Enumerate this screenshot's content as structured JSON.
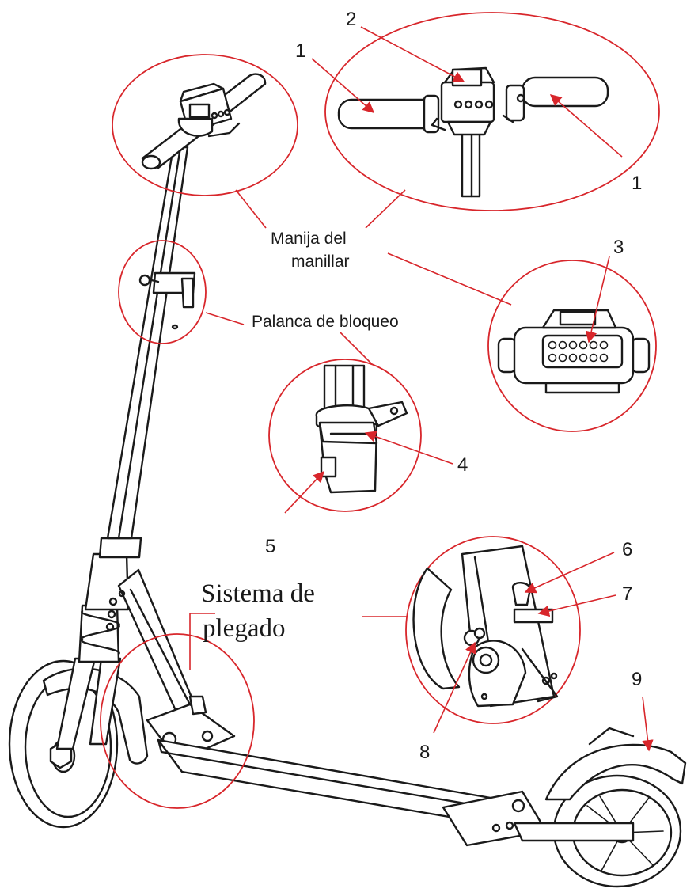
{
  "labels": {
    "handlebar_line1": "Manija del",
    "handlebar_line2": "manillar",
    "lock_lever": "Palanca de bloqueo",
    "folding_line1": "Sistema de",
    "folding_line2": "plegado"
  },
  "numbers": {
    "n1_left": "1",
    "n1_right": "1",
    "n2": "2",
    "n3": "3",
    "n4": "4",
    "n5": "5",
    "n6": "6",
    "n7": "7",
    "n8": "8",
    "n9": "9"
  },
  "colors": {
    "callout": "#d8262b",
    "ink": "#1a1a1a",
    "background": "#ffffff"
  }
}
